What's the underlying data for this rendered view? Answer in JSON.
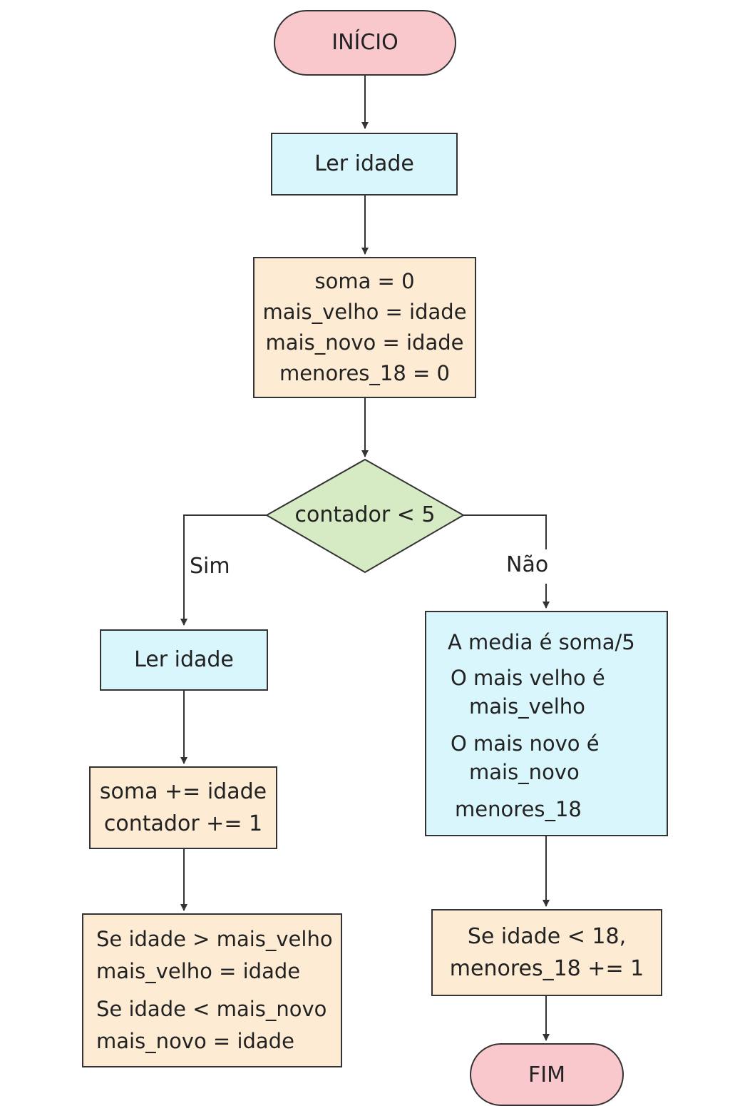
{
  "colors": {
    "terminator": "#f8c8cd",
    "input": "#d8f6fb",
    "process": "#fdebd3",
    "decision": "#d6eac4",
    "line": "#333333"
  },
  "nodes": {
    "inicio": "INÍCIO",
    "ler_idade_1": "Ler idade",
    "init": [
      "soma = 0",
      "mais_velho = idade",
      "mais_novo = idade",
      "menores_18 = 0"
    ],
    "decision": "contador < 5",
    "ler_idade_2": "Ler idade",
    "soma": [
      "soma += idade",
      "contador += 1"
    ],
    "compare": [
      "Se idade > mais_velho",
      "mais_velho = idade",
      "Se idade < mais_novo",
      "mais_novo = idade"
    ],
    "output": [
      "A media é soma/5",
      "O mais velho é",
      "mais_velho",
      "O mais novo é",
      "mais_novo",
      "menores_18"
    ],
    "menores": [
      "Se idade < 18,",
      "menores_18 += 1"
    ],
    "fim": "FIM"
  },
  "labels": {
    "sim": "Sim",
    "nao": "Não"
  }
}
